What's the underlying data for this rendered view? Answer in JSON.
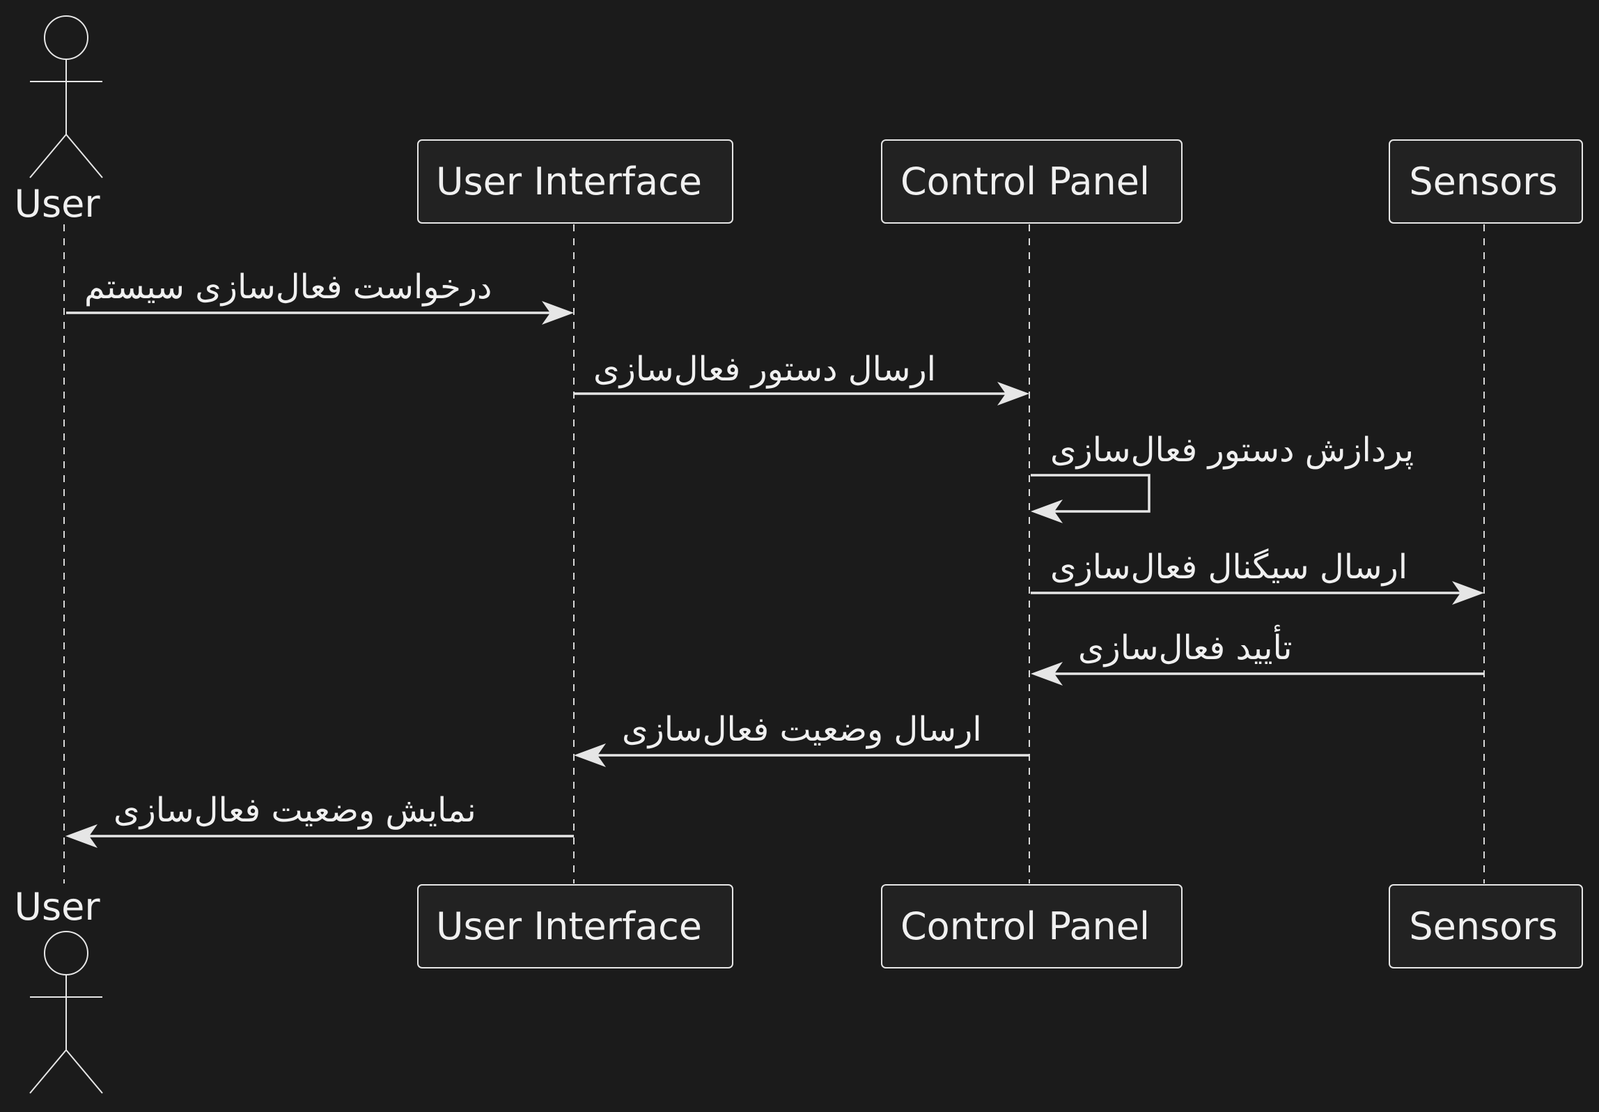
{
  "diagram": {
    "type": "sequence",
    "participants": [
      {
        "id": "user",
        "kind": "actor",
        "label": "User"
      },
      {
        "id": "ui",
        "kind": "participant",
        "label": "User Interface"
      },
      {
        "id": "cp",
        "kind": "participant",
        "label": "Control Panel"
      },
      {
        "id": "sensors",
        "kind": "participant",
        "label": "Sensors"
      }
    ],
    "messages": [
      {
        "from": "user",
        "to": "ui",
        "label": "درخواست فعال‌سازی سیستم"
      },
      {
        "from": "ui",
        "to": "cp",
        "label": "ارسال دستور فعال‌سازی"
      },
      {
        "from": "cp",
        "to": "cp",
        "label": "پردازش دستور فعال‌سازی"
      },
      {
        "from": "cp",
        "to": "sensors",
        "label": "ارسال سیگنال فعال‌سازی"
      },
      {
        "from": "sensors",
        "to": "cp",
        "label": "تأیید فعال‌سازی"
      },
      {
        "from": "cp",
        "to": "ui",
        "label": "ارسال وضعیت فعال‌سازی"
      },
      {
        "from": "ui",
        "to": "user",
        "label": "نمایش وضعیت فعال‌سازی"
      }
    ]
  },
  "colors": {
    "background": "#1b1b1b",
    "box_fill": "#222222",
    "stroke": "#e6e6e6",
    "text": "#f0f0f0"
  }
}
